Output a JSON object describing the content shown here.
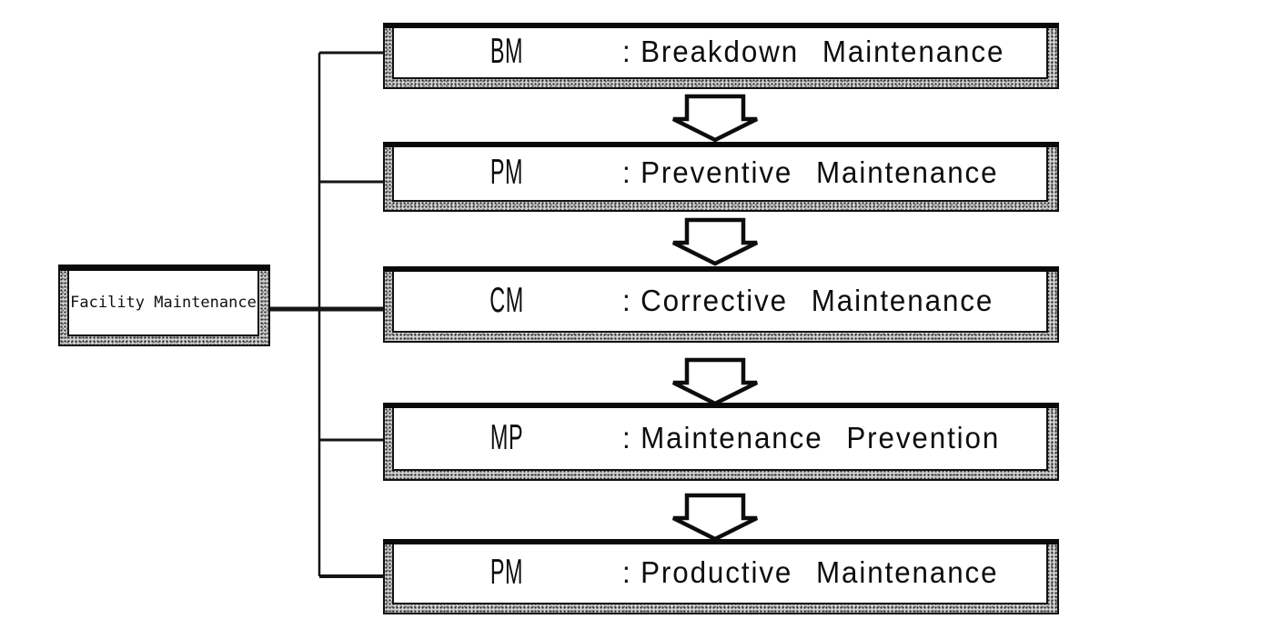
{
  "diagram": {
    "separator": ":",
    "root": {
      "label": "Facility Maintenance"
    },
    "nodes": [
      {
        "abbr": "BM",
        "name": "Breakdown Maintenance"
      },
      {
        "abbr": "PM",
        "name": "Preventive Maintenance"
      },
      {
        "abbr": "CM",
        "name": "Corrective Maintenance"
      },
      {
        "abbr": "MP",
        "name": "Maintenance Prevention"
      },
      {
        "abbr": "PM",
        "name": "Productive Maintenance"
      }
    ],
    "flow_icon": "down-block-arrow-icon",
    "colors": {
      "ink": "#111111",
      "paper": "#ffffff",
      "halftone_shadow": "#d4d4d4"
    }
  }
}
